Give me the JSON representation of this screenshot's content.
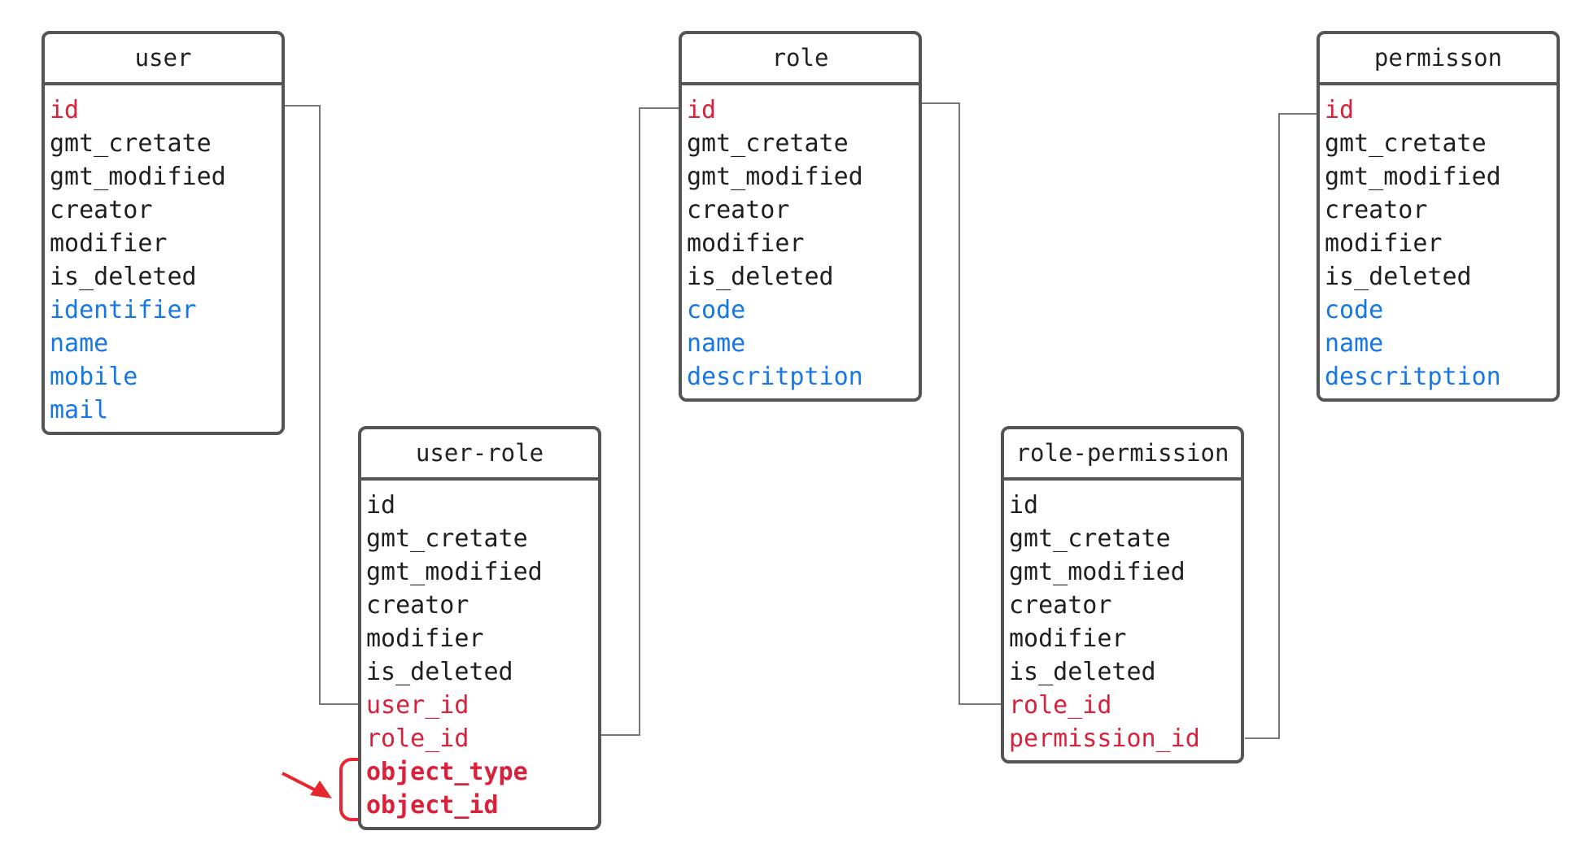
{
  "colors": {
    "key": "#d8213a",
    "base": "#1f1f1f",
    "attr": "#1677e6",
    "highlight": "#e8262f",
    "border": "#555555",
    "connector": "#777777"
  },
  "tables": {
    "user": {
      "name": "user",
      "fields": [
        {
          "text": "id",
          "kind": "key"
        },
        {
          "text": "gmt_cretate",
          "kind": "base"
        },
        {
          "text": "gmt_modified",
          "kind": "base"
        },
        {
          "text": "creator",
          "kind": "base"
        },
        {
          "text": "modifier",
          "kind": "base"
        },
        {
          "text": "is_deleted",
          "kind": "base"
        },
        {
          "text": "identifier",
          "kind": "attr"
        },
        {
          "text": "name",
          "kind": "attr"
        },
        {
          "text": "mobile",
          "kind": "attr"
        },
        {
          "text": "mail",
          "kind": "attr"
        }
      ]
    },
    "role": {
      "name": "role",
      "fields": [
        {
          "text": "id",
          "kind": "key"
        },
        {
          "text": "gmt_cretate",
          "kind": "base"
        },
        {
          "text": "gmt_modified",
          "kind": "base"
        },
        {
          "text": "creator",
          "kind": "base"
        },
        {
          "text": "modifier",
          "kind": "base"
        },
        {
          "text": "is_deleted",
          "kind": "base"
        },
        {
          "text": "code",
          "kind": "attr"
        },
        {
          "text": "name",
          "kind": "attr"
        },
        {
          "text": "descritption",
          "kind": "attr"
        }
      ]
    },
    "permission": {
      "name": "permisson",
      "fields": [
        {
          "text": "id",
          "kind": "key"
        },
        {
          "text": "gmt_cretate",
          "kind": "base"
        },
        {
          "text": "gmt_modified",
          "kind": "base"
        },
        {
          "text": "creator",
          "kind": "base"
        },
        {
          "text": "modifier",
          "kind": "base"
        },
        {
          "text": "is_deleted",
          "kind": "base"
        },
        {
          "text": "code",
          "kind": "attr"
        },
        {
          "text": "name",
          "kind": "attr"
        },
        {
          "text": "descritption",
          "kind": "attr"
        }
      ]
    },
    "user_role": {
      "name": "user-role",
      "fields": [
        {
          "text": "id",
          "kind": "base"
        },
        {
          "text": "gmt_cretate",
          "kind": "base"
        },
        {
          "text": "gmt_modified",
          "kind": "base"
        },
        {
          "text": "creator",
          "kind": "base"
        },
        {
          "text": "modifier",
          "kind": "base"
        },
        {
          "text": "is_deleted",
          "kind": "base"
        },
        {
          "text": "user_id",
          "kind": "key"
        },
        {
          "text": "role_id",
          "kind": "key"
        },
        {
          "text": "object_type",
          "kind": "new"
        },
        {
          "text": "object_id",
          "kind": "new"
        }
      ]
    },
    "role_permission": {
      "name": "role-permission",
      "fields": [
        {
          "text": "id",
          "kind": "base"
        },
        {
          "text": "gmt_cretate",
          "kind": "base"
        },
        {
          "text": "gmt_modified",
          "kind": "base"
        },
        {
          "text": "creator",
          "kind": "base"
        },
        {
          "text": "modifier",
          "kind": "base"
        },
        {
          "text": "is_deleted",
          "kind": "base"
        },
        {
          "text": "role_id",
          "kind": "key"
        },
        {
          "text": "permission_id",
          "kind": "key"
        }
      ]
    }
  }
}
